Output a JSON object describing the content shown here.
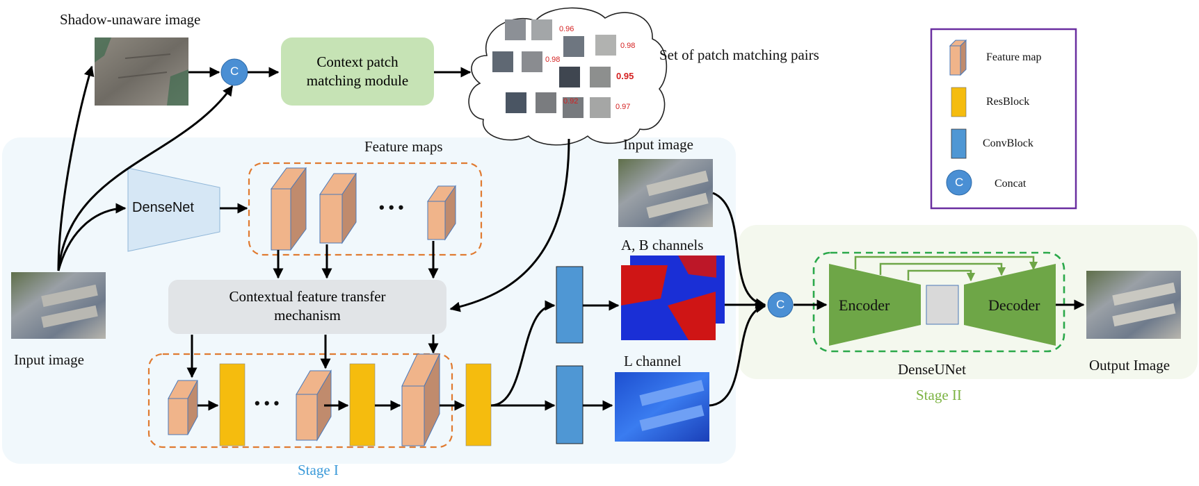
{
  "labels": {
    "shadow_unaware_image": "Shadow-unaware image",
    "context_patch_module": [
      "Context patch",
      "matching module"
    ],
    "set_of_pairs": "Set of patch matching pairs",
    "feature_maps": "Feature maps",
    "densenet": "DenseNet",
    "ellipsis": "• • •",
    "cftm": [
      "Contextual feature transfer",
      "mechanism"
    ],
    "input_image_top": "Input image",
    "ab_channels": "A, B channels",
    "l_channel": "L channel",
    "input_image_left": "Input image",
    "encoder": "Encoder",
    "decoder": "Decoder",
    "denseunet": "DenseUNet",
    "output_image": "Output Image",
    "stage1": "Stage I",
    "stage2": "Stage II",
    "concat_symbol": "C"
  },
  "match_scores": [
    "0.96",
    "0.98",
    "0.98",
    "0.95",
    "0.92",
    "0.97"
  ],
  "legend": {
    "items": [
      {
        "label": "Feature map",
        "icon": "feature-map-icon"
      },
      {
        "label": "ResBlock",
        "icon": "resblock-icon"
      },
      {
        "label": "ConvBlock",
        "icon": "convblock-icon"
      },
      {
        "label": "Concat",
        "icon": "concat-icon"
      }
    ]
  },
  "colors": {
    "stage1_bg": "#f1f8fc",
    "stage2_bg": "#f4f8ee",
    "feature_map_front": "#f0b48a",
    "feature_map_side": "#c08b6d",
    "resblock": "#f5bc0e",
    "convblock": "#4f97d4",
    "concat": "#4a8fd4",
    "context_box": "#c6e3b5",
    "cftm_box": "#e1e4e7",
    "densenet": "#d6e7f5",
    "encoder_decoder": "#6ea647",
    "dashed_orange": "#e07a30",
    "dashed_green": "#2aa84a",
    "legend_border": "#6a2ea0"
  }
}
